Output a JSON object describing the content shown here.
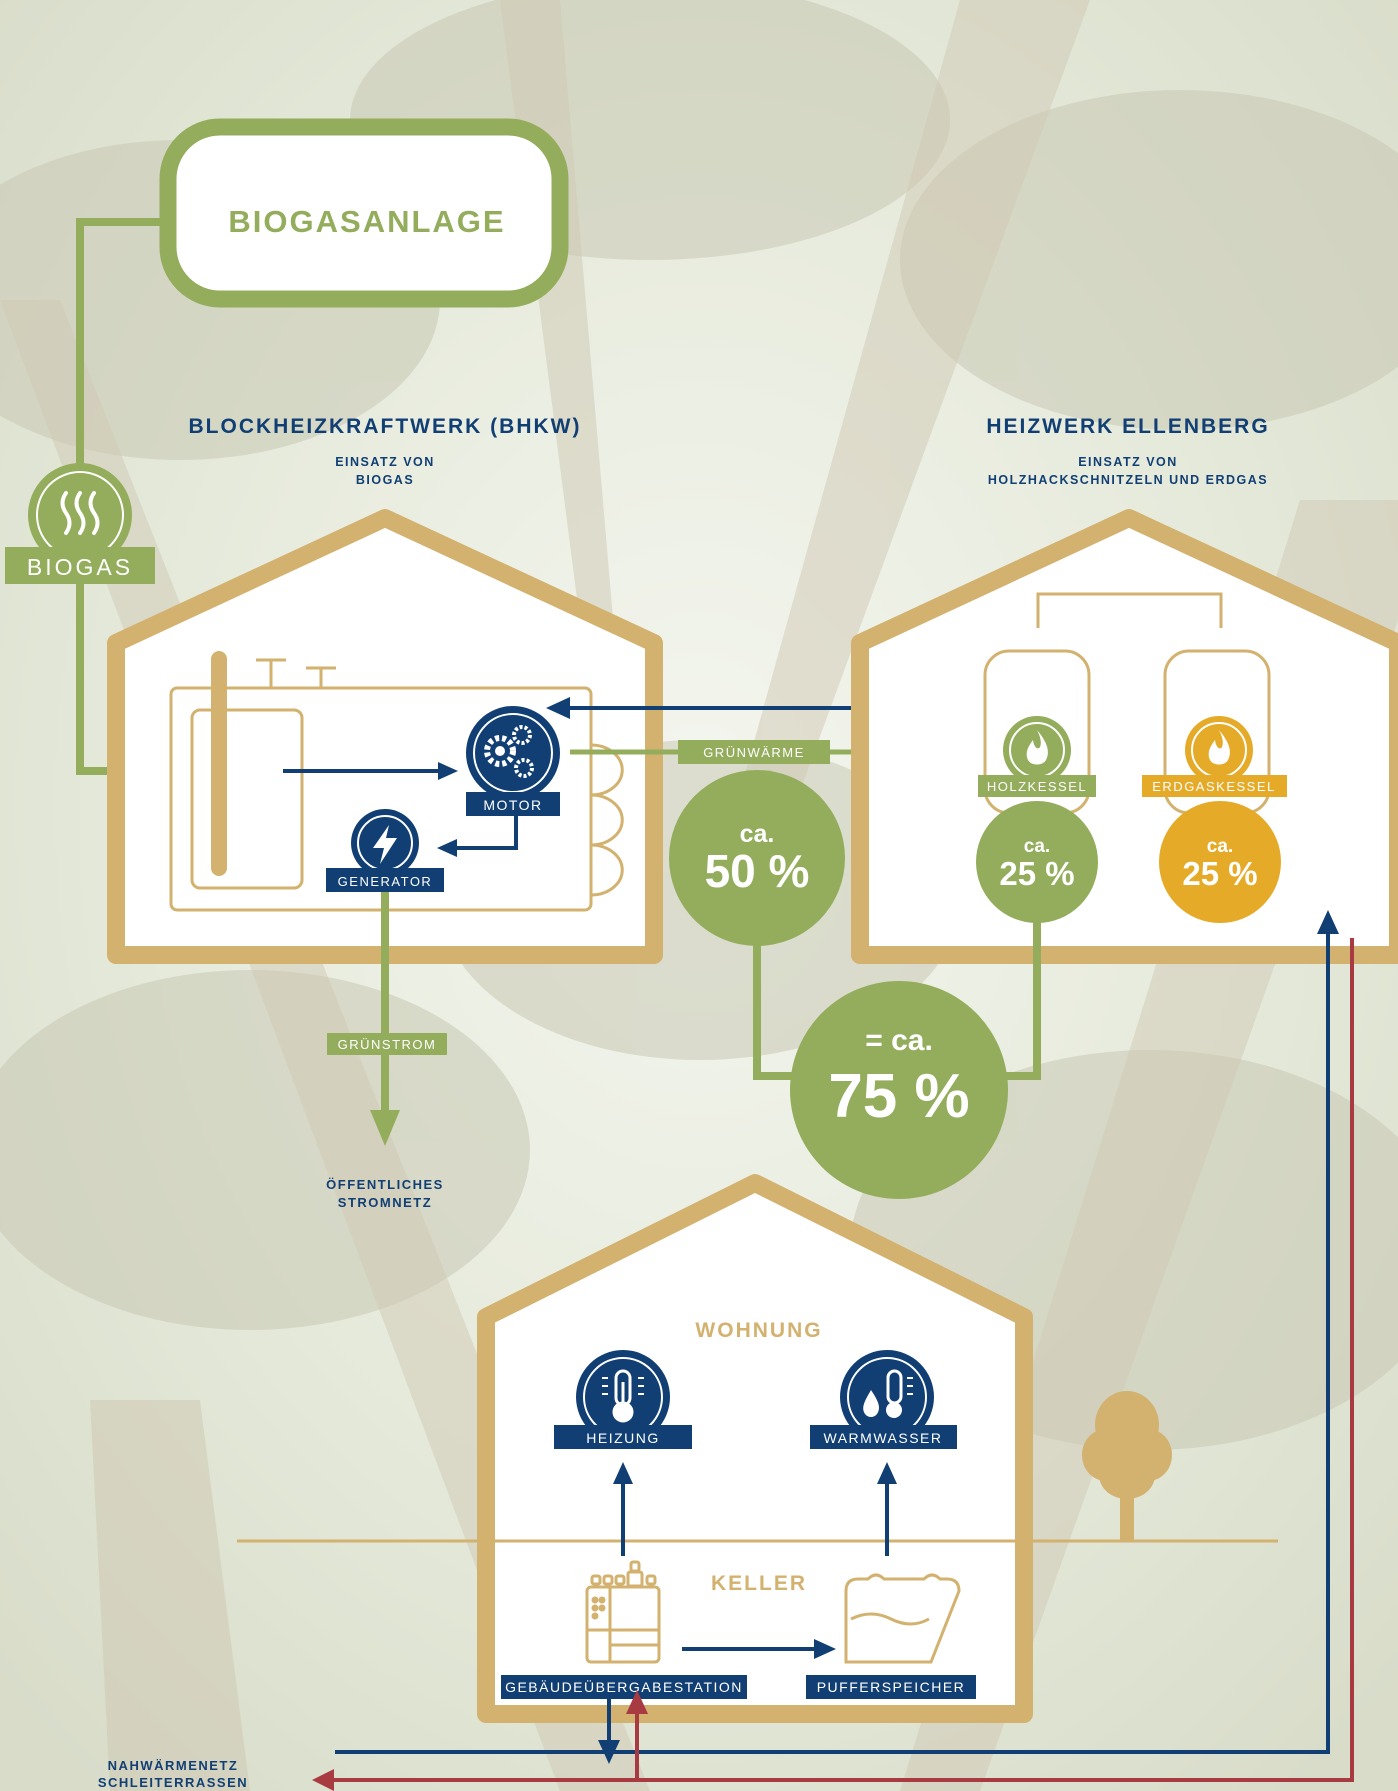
{
  "colors": {
    "green": "#93ad5c",
    "gold": "#d3b16e",
    "navy": "#113f74",
    "red": "#a83a42",
    "amber": "#e5ab28"
  },
  "biogasanlage": {
    "title": "BIOGASANLAGE"
  },
  "biogas": {
    "label": "BIOGAS",
    "icon": "steam-icon"
  },
  "bhkw": {
    "title": "BLOCKHEIZKRAFTWERK (BHKW)",
    "sub1": "EINSATZ VON",
    "sub2": "BIOGAS",
    "motor": "MOTOR",
    "motor_icon": "gears-icon",
    "generator": "GENERATOR",
    "generator_icon": "lightning-icon",
    "gruenwaerme": "GRÜNWÄRME",
    "gruenstrom": "GRÜNSTROM"
  },
  "netz": {
    "line1": "ÖFFENTLICHES",
    "line2": "STROMNETZ"
  },
  "heizwerk": {
    "title": "HEIZWERK ELLENBERG",
    "sub1": "EINSATZ VON",
    "sub2": "HOLZHACKSCHNITZELN UND ERDGAS",
    "holzkessel": "HOLZKESSEL",
    "erdgaskessel": "ERDGASKESSEL",
    "flame_icon": "flame-icon"
  },
  "shares": {
    "bhkw_ca": "ca.",
    "bhkw_pct": "50 %",
    "holz_ca": "ca.",
    "holz_pct": "25 %",
    "gas_ca": "ca.",
    "gas_pct": "25 %",
    "total_ca": "= ca.",
    "total_pct": "75 %"
  },
  "wohnhaus": {
    "wohnung": "WOHNUNG",
    "keller": "KELLER",
    "heizung": "HEIZUNG",
    "warmwasser": "WARMWASSER",
    "station": "GEBÄUDEÜBERGABESTATION",
    "speicher": "PUFFERSPEICHER",
    "thermo_icon": "thermometer-icon",
    "drop_icon": "water-drop-thermometer-icon"
  },
  "nahwaerme": {
    "line1": "NAHWÄRMENETZ",
    "line2": "SCHLEITERRASSEN"
  }
}
